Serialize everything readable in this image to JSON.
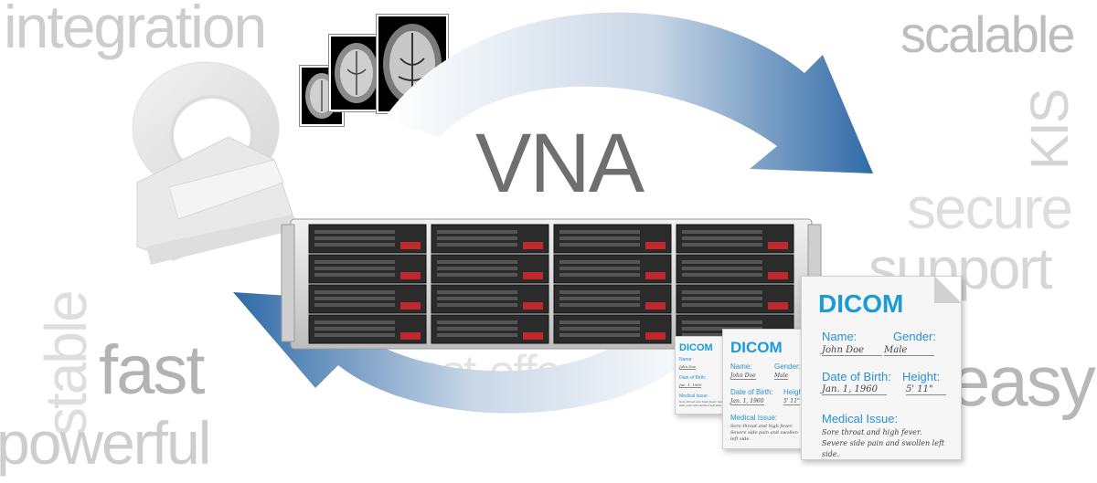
{
  "title": "VNA",
  "words": {
    "integration": "integration",
    "scalable": "scalable",
    "kis": "KIS",
    "secure": "secure",
    "support": "support",
    "easy": "easy",
    "stable": "stable",
    "fast": "fast",
    "powerful": "powerful",
    "cost_effective": "cost-effective"
  },
  "documents": {
    "header": "DICOM",
    "name_label": "Name:",
    "gender_label": "Gender:",
    "name_value": "John Doe",
    "gender_value": "Male",
    "dob_label": "Date of Birth:",
    "height_label": "Height:",
    "dob_value": "Jan. 1, 1960",
    "height_value": "5' 11\"",
    "issue_label": "Medical Issue:",
    "issue_text": "Sore throat and high fever. Severe side pain and swollen left side."
  },
  "colors": {
    "arrow_dark": "#2f6aa6",
    "arrow_light": "#ffffff",
    "dicom_blue": "#1a9bd8",
    "title_gray": "#6f6f6f"
  },
  "icons": [
    "mri-scanner-icon",
    "brain-scan-image",
    "storage-server-icon",
    "dicom-document-icon"
  ]
}
